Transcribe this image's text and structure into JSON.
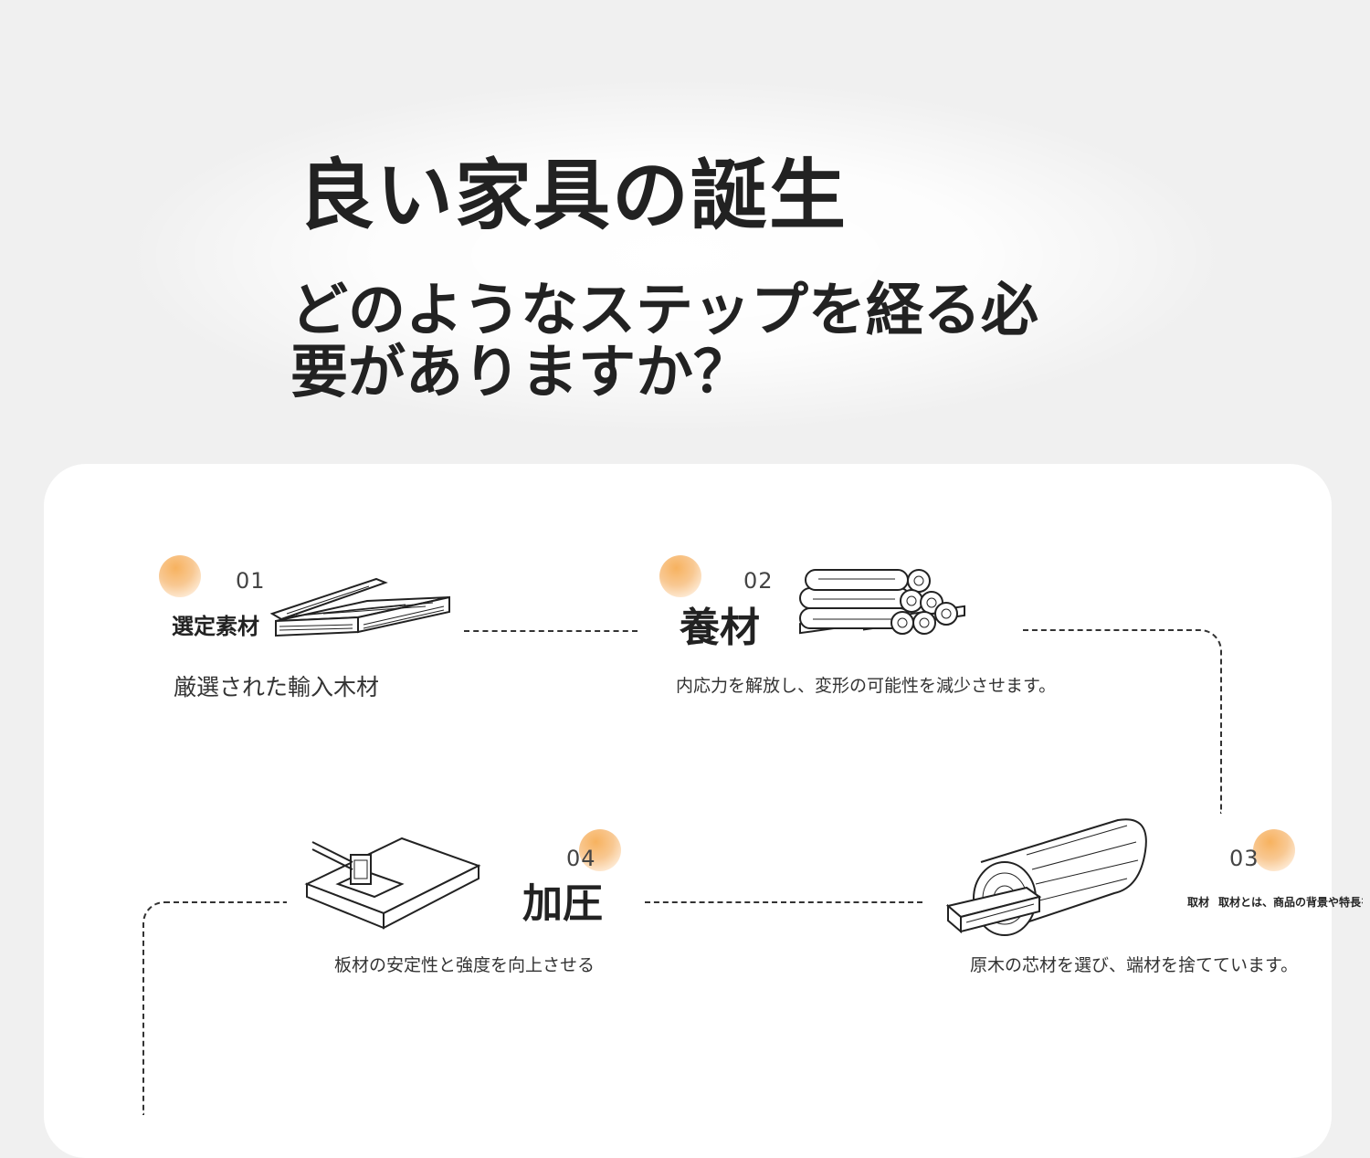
{
  "hero": {
    "title": "良い家具の誕生",
    "subtitle": "どのようなステップを経る必要がありますか？"
  },
  "steps": [
    {
      "number": "01",
      "title": "選定素材",
      "description": "厳選された輸入木材",
      "icon": "wood-planks-icon"
    },
    {
      "number": "02",
      "title": "養材",
      "description": "内応力を解放し、変形の可能性を減少させます。",
      "icon": "log-pile-icon"
    },
    {
      "number": "03",
      "title": "取材",
      "note": "取材とは、商品の背景や特長を",
      "description": "原木の芯材を選び、端材を捨てています。",
      "icon": "log-cut-icon"
    },
    {
      "number": "04",
      "title": "加圧",
      "description": "板材の安定性と強度を向上させる",
      "icon": "press-machine-icon"
    }
  ],
  "colors": {
    "background": "#f0f0f0",
    "card": "#ffffff",
    "accent": "#f7b25f",
    "text": "#222222"
  }
}
